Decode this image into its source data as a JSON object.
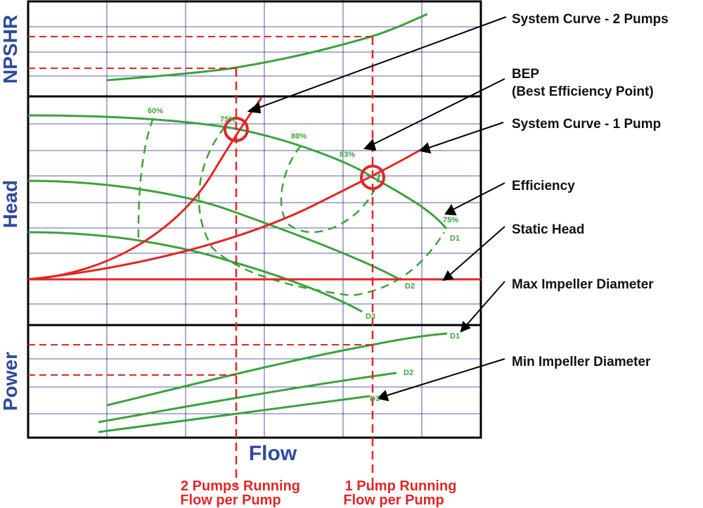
{
  "axes": {
    "npshr": "NPSHR",
    "head": "Head",
    "power": "Power",
    "flow": "Flow"
  },
  "callouts": {
    "system_curve_2": "System Curve - 2 Pumps",
    "bep_line1": "BEP",
    "bep_line2": "(Best Efficiency Point)",
    "system_curve_1": "System Curve - 1 Pump",
    "efficiency": "Efficiency",
    "static_head": "Static Head",
    "max_impeller": "Max Impeller Diameter",
    "min_impeller": "Min Impeller Diameter"
  },
  "flow_notes": {
    "two_pumps_line1": "2 Pumps Running",
    "two_pumps_line2": "Flow per Pump",
    "one_pump_line1": "1 Pump Running",
    "one_pump_line2": "Flow per Pump"
  },
  "efficiency_labels": {
    "e60": "60%",
    "e75_top": "75%",
    "e80": "80%",
    "e83": "83%",
    "e75_right": "75%"
  },
  "diameter_labels": {
    "head_d1": "D1",
    "head_d2": "D2",
    "head_d3": "D3",
    "power_d1": "D1",
    "power_d2": "D2",
    "power_d3": "D3"
  },
  "colors": {
    "pump_curve": "#3aa33a",
    "system_curve": "#e12626",
    "axis_label": "#2e4a9e",
    "grid": "#2b2b8c",
    "frame": "#000000"
  }
}
